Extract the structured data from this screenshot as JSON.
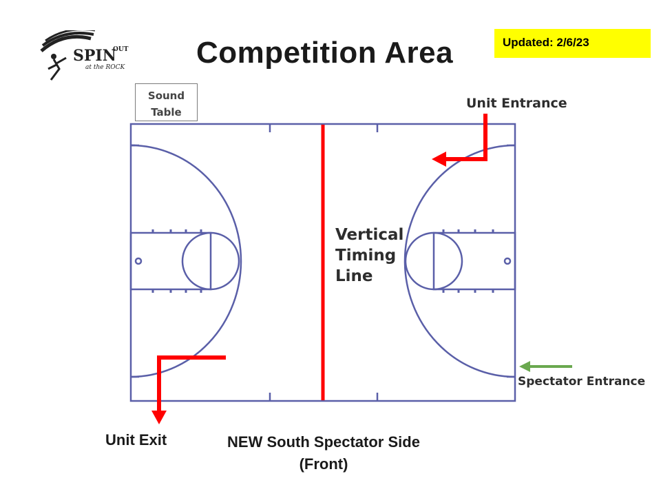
{
  "header": {
    "logo_text": "SPIN OUT at the ROCK",
    "title": "Competition Area",
    "updated": "Updated: 2/6/23"
  },
  "sound_table": {
    "line1": "Sound",
    "line2": "Table"
  },
  "labels": {
    "unit_entrance": "Unit Entrance",
    "vertical_timing_line": [
      "Vertical",
      "Timing",
      "Line"
    ],
    "spectator_entrance": "Spectator Entrance",
    "unit_exit": "Unit Exit",
    "south_side": [
      "NEW South Spectator Side",
      "(Front)"
    ]
  },
  "colors": {
    "court_lines": "#5a5fa8",
    "timing_line": "#ff0000",
    "unit_arrows": "#ff0000",
    "spectator_arrow": "#6aa84f",
    "updated_bg": "#ffff00"
  }
}
